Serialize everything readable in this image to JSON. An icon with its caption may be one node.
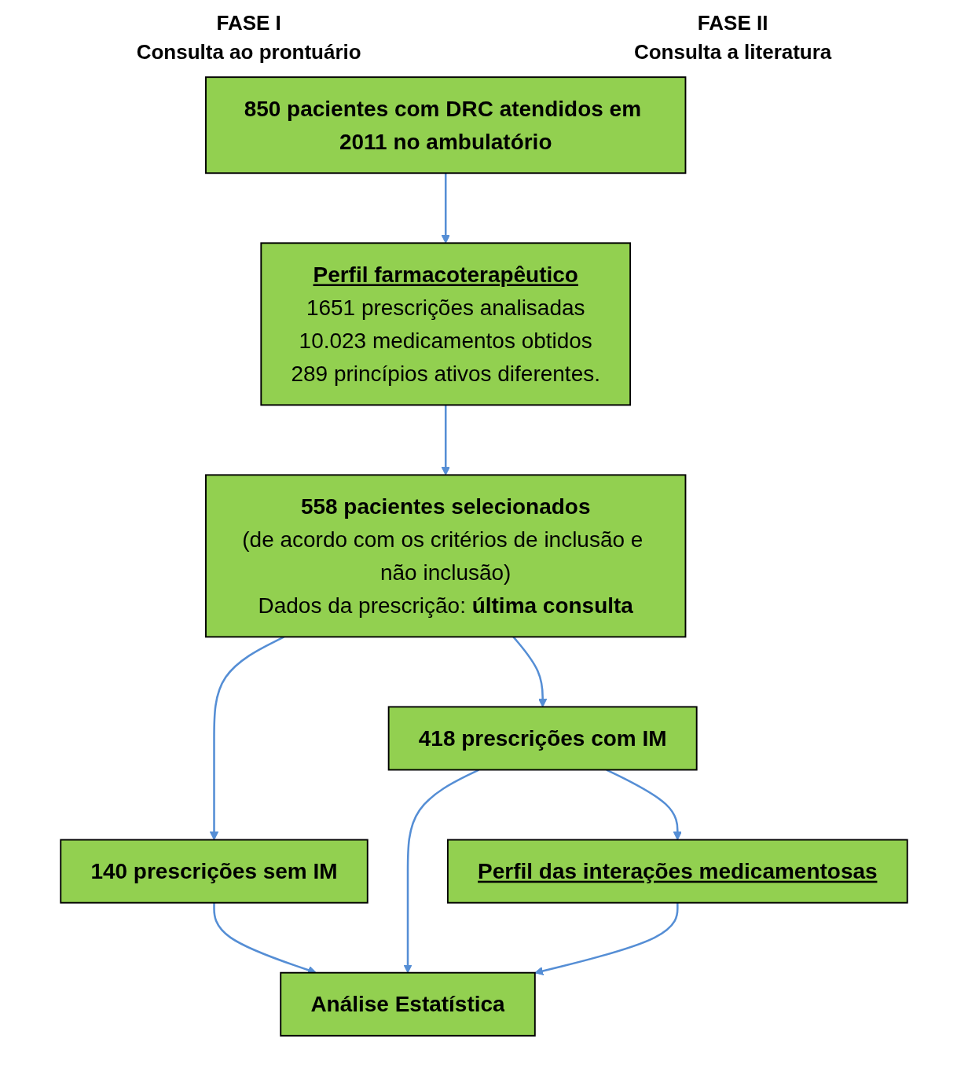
{
  "diagram": {
    "nodes": [
      {
        "text": [
          "850 pacientes com DRC atendidos em 2011 no ambulatório"
        ]
      },
      {
        "text": [
          "Perfil farmacoterapêutico",
          "1651 prescrições analisadas",
          "10.023 medicamentos obtidos",
          "289 princípios ativos diferentes."
        ]
      },
      {
        "text": [
          "558 pacientes selecionados",
          "(de acordo com os critérios de inclusão e não inclusão)",
          "Dados da prescrição: **última consulta**"
        ]
      },
      {
        "text": [
          "140 prescrições sem IM"
        ]
      },
      {
        "text": [
          "418 prescrições com IM"
        ]
      },
      {
        "text": [
          "Perfil das interações medicamentosas"
        ]
      },
      {
        "text": [
          "Análise Estatística"
        ]
      }
    ],
    "edges": [
      {
        "from": 0,
        "to": 1,
        "arrow": "to"
      },
      {
        "from": 1,
        "to": 2,
        "arrow": "to"
      },
      {
        "from": 2,
        "to": 3,
        "arrow": "to"
      },
      {
        "from": 2,
        "to": 4,
        "arrow": "to"
      },
      {
        "from": 4,
        "to": 5,
        "arrow": "to"
      },
      {
        "from": 3,
        "to": 6,
        "arrow": "to"
      },
      {
        "from": 4,
        "to": 6,
        "arrow": "to"
      },
      {
        "from": 5,
        "to": 6,
        "arrow": "to"
      }
    ],
    "labels": [
      "FASE I",
      "Consulta ao prontuário",
      "FASE II",
      "Consulta a literatura"
    ]
  }
}
